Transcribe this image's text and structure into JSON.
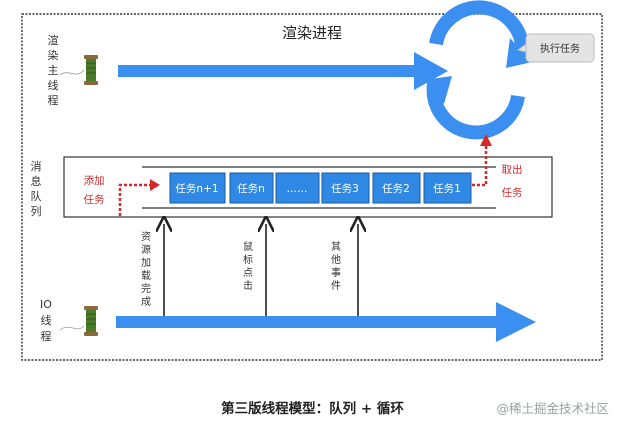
{
  "diagram": {
    "title": "渲染进程",
    "render_main_thread_label": [
      "渲",
      "染",
      "主",
      "线",
      "程"
    ],
    "execute_task_label": "执行任务",
    "message_queue_label": [
      "消",
      "息",
      "队",
      "列"
    ],
    "add_task_label": [
      "添加",
      "任务"
    ],
    "take_out_label": [
      "取出",
      "任务"
    ],
    "queue_tasks": [
      "任务n+1",
      "任务n",
      "……",
      "任务3",
      "任务2",
      "任务1"
    ],
    "events": [
      [
        "资",
        "源",
        "加",
        "载",
        "完",
        "成"
      ],
      [
        "鼠",
        "标",
        "点",
        "击"
      ],
      [
        "其",
        "他",
        "事",
        "件"
      ]
    ],
    "io_thread_label": [
      "IO",
      "线",
      "程"
    ],
    "caption": "第三版线程模型：队列 + 循环",
    "watermark": "@稀土掘金技术社区",
    "colors": {
      "blue": "#3b8ff0",
      "task_blue": "#2f88e3",
      "red": "#d62828",
      "thread_spool": "#4a7a2a"
    }
  }
}
